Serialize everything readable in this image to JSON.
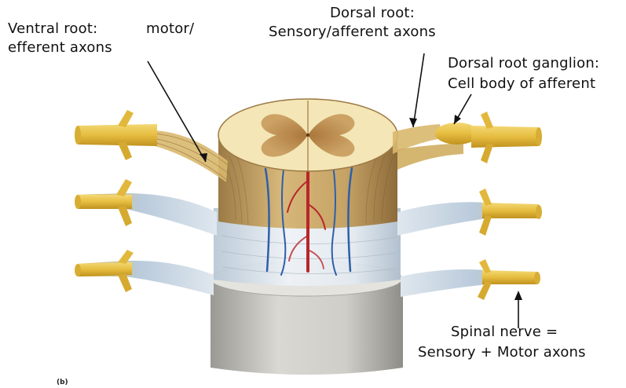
{
  "labels": {
    "ventral_line1": "Ventral root:",
    "ventral_motor": "motor/",
    "ventral_line2": "efferent axons",
    "dorsal_line1": "Dorsal root:",
    "dorsal_line2": "Sensory/afferent axons",
    "ganglion_line1": "Dorsal root ganglion:",
    "ganglion_line2": "Cell body of afferent",
    "spinal_line1": "Spinal nerve =",
    "spinal_line2": "Sensory + Motor axons",
    "panel": "(b)"
  },
  "colors": {
    "nerve_yellow": "#e8c24a",
    "nerve_yellow_dark": "#c99a26",
    "cord_cream": "#f4e6b6",
    "grey_matter": "#b07c3e",
    "meninges_blue": "#c9d6e4",
    "dura_grey": "#b9b8b2",
    "artery_red": "#b8262a",
    "vein_blue": "#2e5fa8",
    "arrow_line": "#111111"
  }
}
